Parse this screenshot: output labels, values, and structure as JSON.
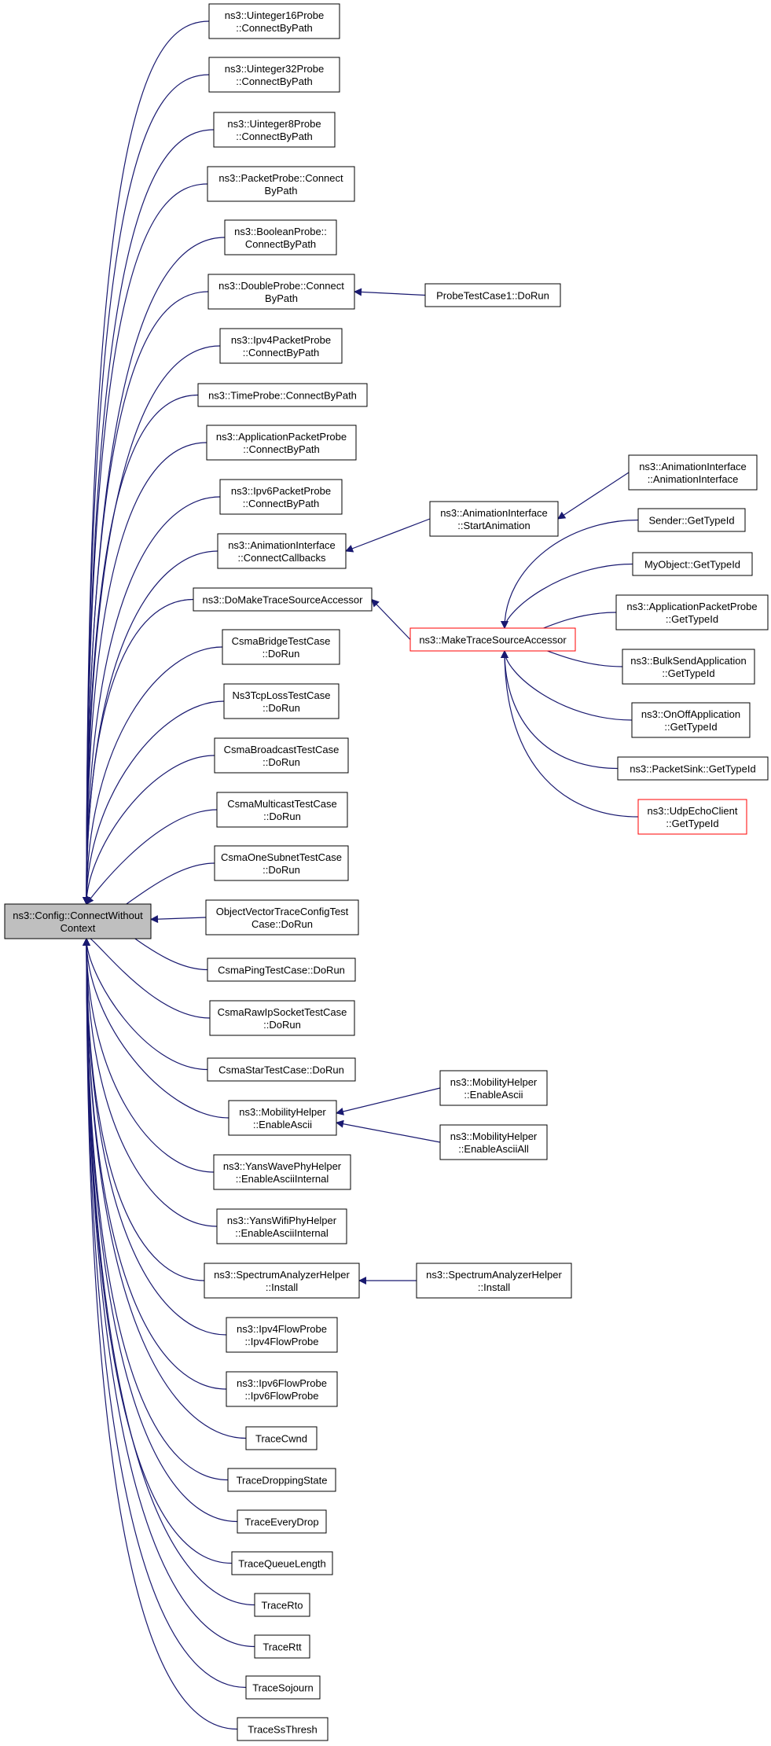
{
  "colors": {
    "edge": "#191970",
    "root_fill": "#bfbfbf",
    "node_border": "#000000",
    "highlight_border": "#ff0000"
  },
  "root": {
    "id": "root",
    "lines": [
      "ns3::Config::ConnectWithout",
      "Context"
    ]
  },
  "callers": [
    {
      "id": "n1",
      "lines": [
        "ns3::Uinteger16Probe",
        "::ConnectByPath"
      ]
    },
    {
      "id": "n2",
      "lines": [
        "ns3::Uinteger32Probe",
        "::ConnectByPath"
      ]
    },
    {
      "id": "n3",
      "lines": [
        "ns3::Uinteger8Probe",
        "::ConnectByPath"
      ]
    },
    {
      "id": "n4",
      "lines": [
        "ns3::PacketProbe::Connect",
        "ByPath"
      ]
    },
    {
      "id": "n5",
      "lines": [
        "ns3::BooleanProbe::",
        "ConnectByPath"
      ]
    },
    {
      "id": "n6",
      "lines": [
        "ns3::DoubleProbe::Connect",
        "ByPath"
      ]
    },
    {
      "id": "n7",
      "lines": [
        "ns3::Ipv4PacketProbe",
        "::ConnectByPath"
      ]
    },
    {
      "id": "n8",
      "lines": [
        "ns3::TimeProbe::ConnectByPath"
      ]
    },
    {
      "id": "n9",
      "lines": [
        "ns3::ApplicationPacketProbe",
        "::ConnectByPath"
      ]
    },
    {
      "id": "n10",
      "lines": [
        "ns3::Ipv6PacketProbe",
        "::ConnectByPath"
      ]
    },
    {
      "id": "n11",
      "lines": [
        "ns3::AnimationInterface",
        "::ConnectCallbacks"
      ]
    },
    {
      "id": "n12",
      "lines": [
        "ns3::DoMakeTraceSourceAccessor"
      ]
    },
    {
      "id": "n13",
      "lines": [
        "CsmaBridgeTestCase",
        "::DoRun"
      ]
    },
    {
      "id": "n14",
      "lines": [
        "Ns3TcpLossTestCase",
        "::DoRun"
      ]
    },
    {
      "id": "n15",
      "lines": [
        "CsmaBroadcastTestCase",
        "::DoRun"
      ]
    },
    {
      "id": "n16",
      "lines": [
        "CsmaMulticastTestCase",
        "::DoRun"
      ]
    },
    {
      "id": "n17",
      "lines": [
        "CsmaOneSubnetTestCase",
        "::DoRun"
      ]
    },
    {
      "id": "n18",
      "lines": [
        "ObjectVectorTraceConfigTest",
        "Case::DoRun"
      ]
    },
    {
      "id": "n19",
      "lines": [
        "CsmaPingTestCase::DoRun"
      ]
    },
    {
      "id": "n20",
      "lines": [
        "CsmaRawIpSocketTestCase",
        "::DoRun"
      ]
    },
    {
      "id": "n21",
      "lines": [
        "CsmaStarTestCase::DoRun"
      ]
    },
    {
      "id": "n22",
      "lines": [
        "ns3::MobilityHelper",
        "::EnableAscii"
      ]
    },
    {
      "id": "n23",
      "lines": [
        "ns3::YansWavePhyHelper",
        "::EnableAsciiInternal"
      ]
    },
    {
      "id": "n24",
      "lines": [
        "ns3::YansWifiPhyHelper",
        "::EnableAsciiInternal"
      ]
    },
    {
      "id": "n25",
      "lines": [
        "ns3::SpectrumAnalyzerHelper",
        "::Install"
      ]
    },
    {
      "id": "n26",
      "lines": [
        "ns3::Ipv4FlowProbe",
        "::Ipv4FlowProbe"
      ]
    },
    {
      "id": "n27",
      "lines": [
        "ns3::Ipv6FlowProbe",
        "::Ipv6FlowProbe"
      ]
    },
    {
      "id": "n28",
      "lines": [
        "TraceCwnd"
      ]
    },
    {
      "id": "n29",
      "lines": [
        "TraceDroppingState"
      ]
    },
    {
      "id": "n30",
      "lines": [
        "TraceEveryDrop"
      ]
    },
    {
      "id": "n31",
      "lines": [
        "TraceQueueLength"
      ]
    },
    {
      "id": "n32",
      "lines": [
        "TraceRto"
      ]
    },
    {
      "id": "n33",
      "lines": [
        "TraceRtt"
      ]
    },
    {
      "id": "n34",
      "lines": [
        "TraceSojourn"
      ]
    },
    {
      "id": "n35",
      "lines": [
        "TraceSsThresh"
      ]
    }
  ],
  "others": [
    {
      "id": "c1",
      "lines": [
        "ProbeTestCase1::DoRun"
      ]
    },
    {
      "id": "c2",
      "lines": [
        "ns3::AnimationInterface",
        "::StartAnimation"
      ]
    },
    {
      "id": "c3",
      "lines": [
        "ns3::AnimationInterface",
        "::AnimationInterface"
      ]
    },
    {
      "id": "m",
      "lines": [
        "ns3::MakeTraceSourceAccessor"
      ],
      "highlight": true
    },
    {
      "id": "m1",
      "lines": [
        "Sender::GetTypeId"
      ]
    },
    {
      "id": "m2",
      "lines": [
        "MyObject::GetTypeId"
      ]
    },
    {
      "id": "m3",
      "lines": [
        "ns3::ApplicationPacketProbe",
        "::GetTypeId"
      ]
    },
    {
      "id": "m4",
      "lines": [
        "ns3::BulkSendApplication",
        "::GetTypeId"
      ]
    },
    {
      "id": "m5",
      "lines": [
        "ns3::OnOffApplication",
        "::GetTypeId"
      ]
    },
    {
      "id": "m6",
      "lines": [
        "ns3::PacketSink::GetTypeId"
      ]
    },
    {
      "id": "m7",
      "lines": [
        "ns3::UdpEchoClient",
        "::GetTypeId"
      ],
      "highlight": true
    },
    {
      "id": "c4",
      "lines": [
        "ns3::MobilityHelper",
        "::EnableAscii"
      ]
    },
    {
      "id": "c5",
      "lines": [
        "ns3::MobilityHelper",
        "::EnableAsciiAll"
      ]
    },
    {
      "id": "c6",
      "lines": [
        "ns3::SpectrumAnalyzerHelper",
        "::Install"
      ]
    }
  ],
  "edges": [
    [
      "c1",
      "n6"
    ],
    [
      "c2",
      "n11"
    ],
    [
      "c3",
      "c2"
    ],
    [
      "m",
      "n12"
    ],
    [
      "m1",
      "m"
    ],
    [
      "m2",
      "m"
    ],
    [
      "m3",
      "m"
    ],
    [
      "m4",
      "m"
    ],
    [
      "m5",
      "m"
    ],
    [
      "m6",
      "m"
    ],
    [
      "m7",
      "m"
    ],
    [
      "c4",
      "n22"
    ],
    [
      "c5",
      "n22"
    ],
    [
      "c6",
      "n25"
    ]
  ]
}
